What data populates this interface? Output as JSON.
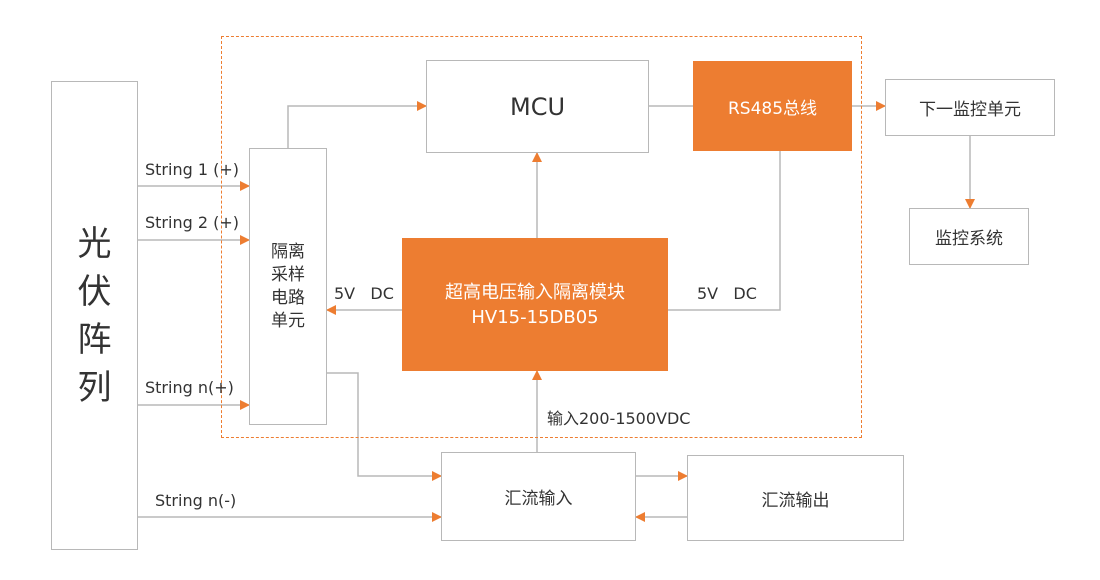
{
  "diagram": {
    "pv_array": [
      "光",
      "伏",
      "阵",
      "列"
    ],
    "mcu": "MCU",
    "rs485": "RS485总线",
    "next_unit": "下一监控单元",
    "monitor_system": "监控系统",
    "sampling_unit": [
      "隔离",
      "采样",
      "电路",
      "单元"
    ],
    "module_line1": "超高电压输入隔离模块",
    "module_line2": "HV15-15DB05",
    "dc_left": "5V   DC",
    "dc_right": "5V   DC",
    "input_range": "输入200-1500VDC",
    "combiner_in": "汇流输入",
    "combiner_out": "汇流输出",
    "string1": "String 1 (+)",
    "string2": "String 2 (+)",
    "stringn_pos": "String n(+)",
    "stringn_neg": "String n(-)"
  },
  "colors": {
    "accent": "#ed7d31",
    "line": "#b8b8b8",
    "text": "#333333"
  }
}
